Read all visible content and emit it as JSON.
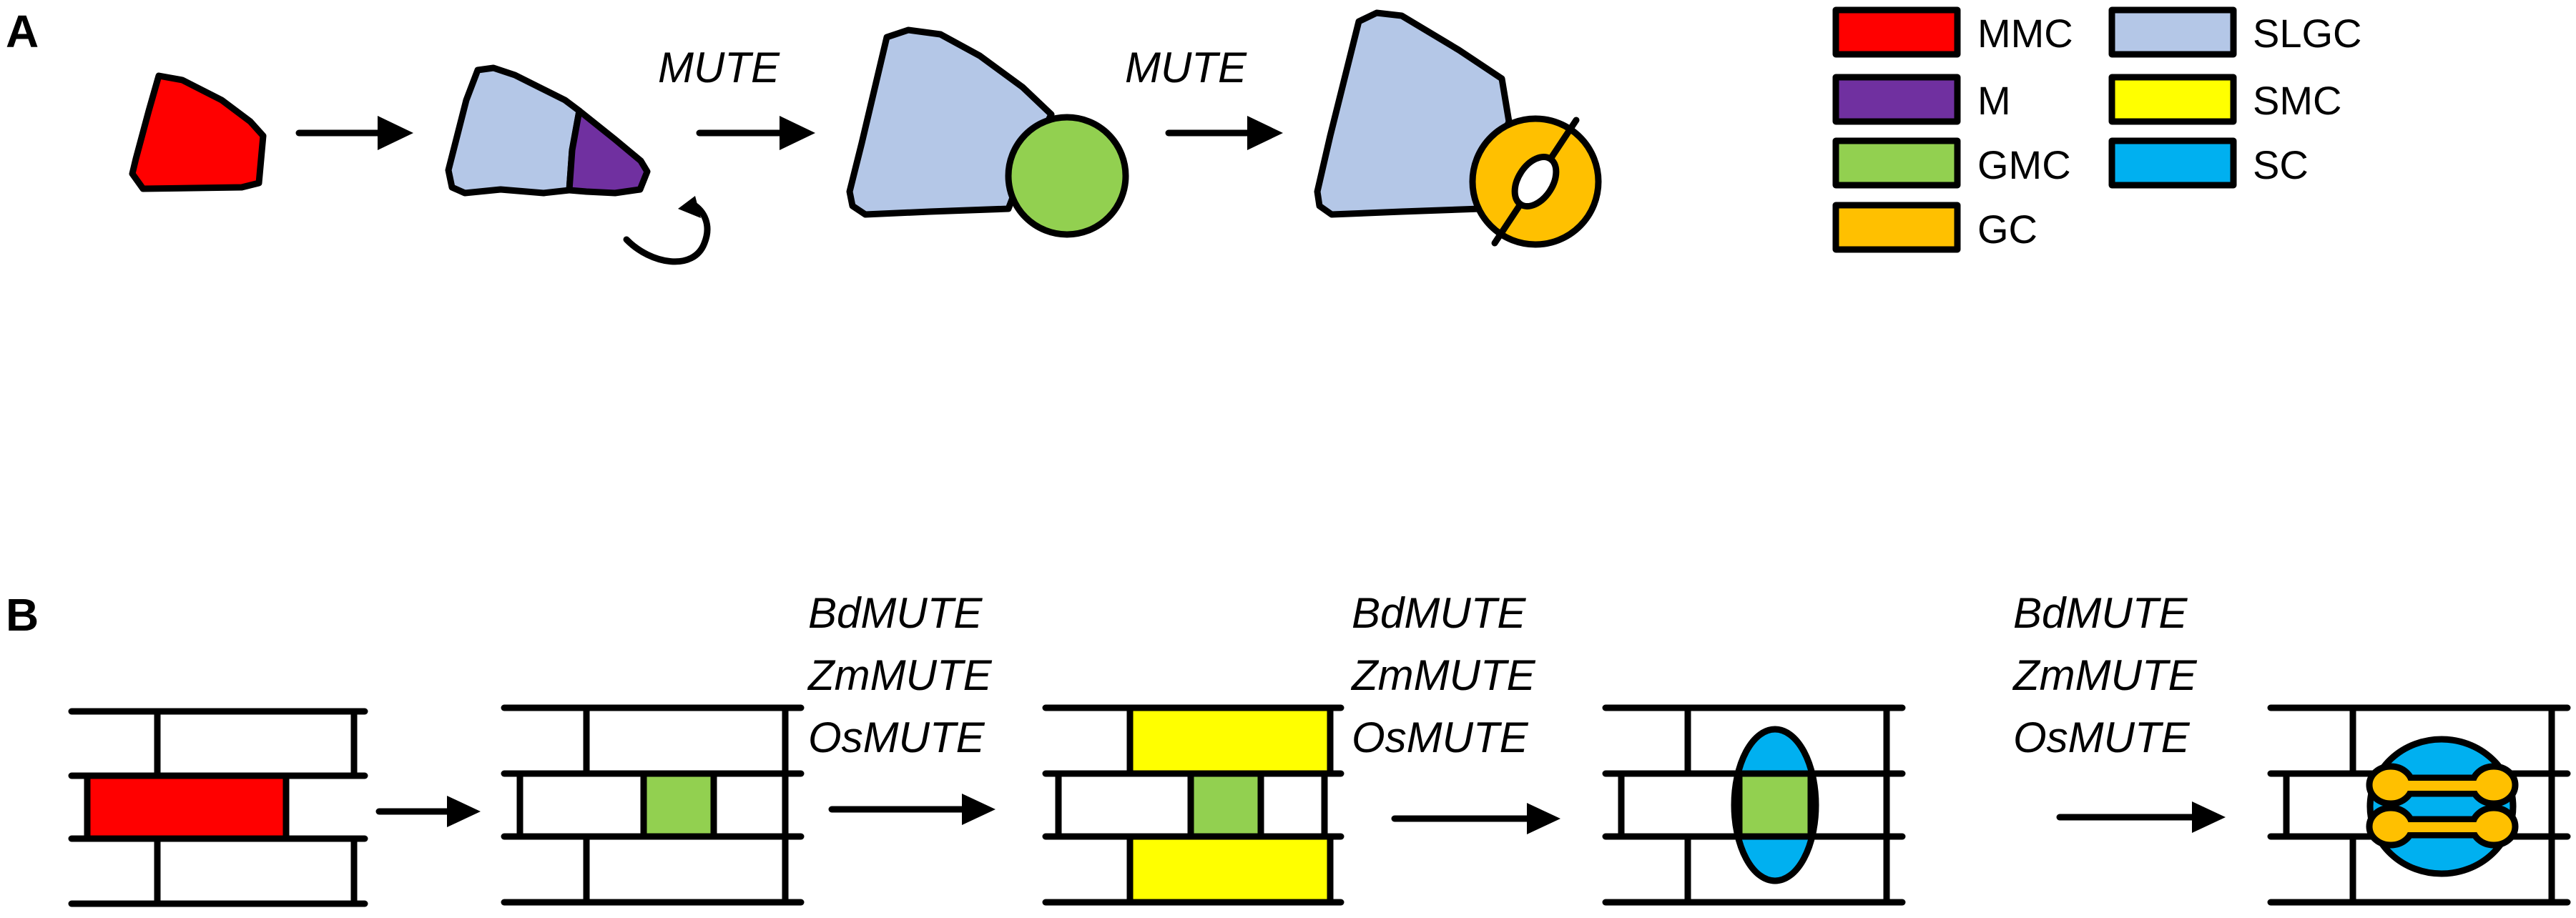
{
  "panels": {
    "a_label": "A",
    "b_label": "B"
  },
  "legend": [
    {
      "label": "MMC",
      "color": "#ff0000"
    },
    {
      "label": "M",
      "color": "#7030a0"
    },
    {
      "label": "GMC",
      "color": "#92d050"
    },
    {
      "label": "GC",
      "color": "#ffc000"
    },
    {
      "label": "SLGC",
      "color": "#b4c7e7"
    },
    {
      "label": "SMC",
      "color": "#ffff00"
    },
    {
      "label": "SC",
      "color": "#00b0f0"
    }
  ],
  "panel_a": {
    "arrow_1_label": "MUTE",
    "arrow_2_label": "MUTE"
  },
  "panel_b": {
    "arrow_1_labels": [
      "BdMUTE",
      "ZmMUTE",
      "OsMUTE"
    ],
    "arrow_2_labels": [
      "BdMUTE",
      "ZmMUTE",
      "OsMUTE"
    ],
    "arrow_3_labels": [
      "BdMUTE",
      "ZmMUTE",
      "OsMUTE"
    ]
  }
}
